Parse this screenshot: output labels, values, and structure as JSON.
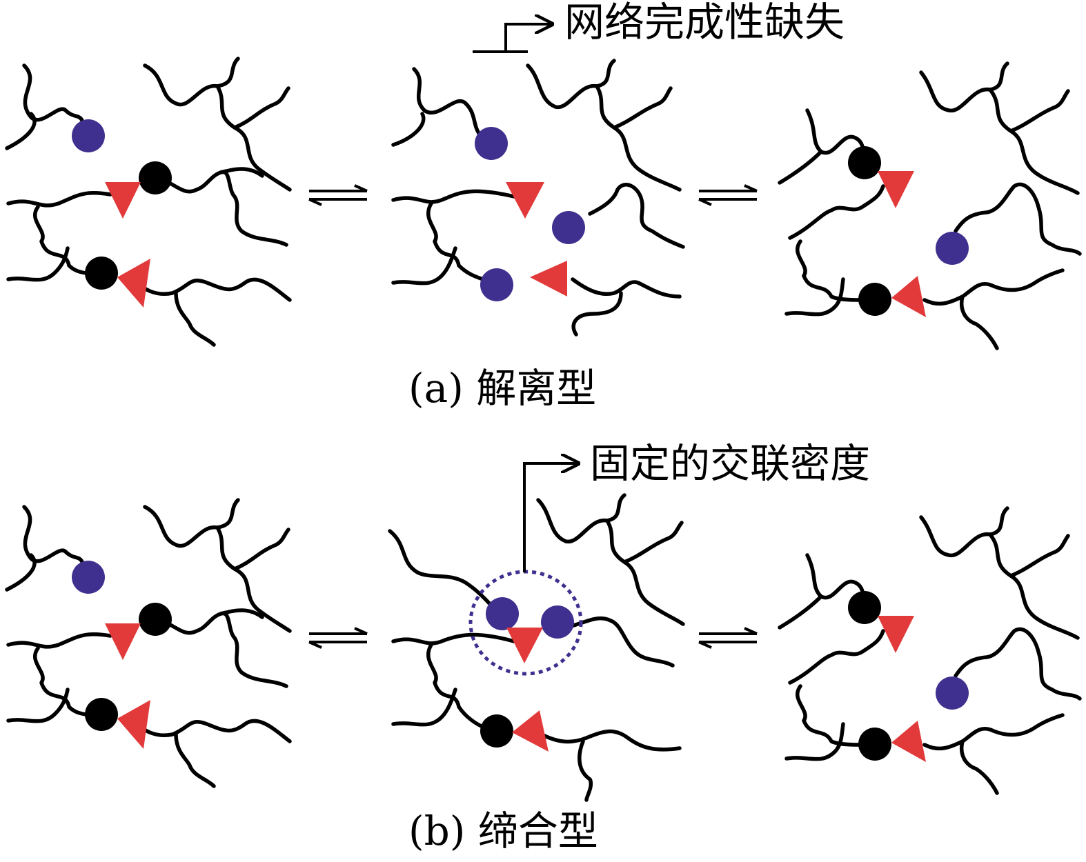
{
  "panel_a": {
    "annotation": "网络完成性缺失",
    "caption": "(a) 解离型"
  },
  "panel_b": {
    "annotation": "固定的交联密度",
    "caption": "(b) 缔合型"
  },
  "colors": {
    "chain": "#000000",
    "free_site": "#3f2f8f",
    "bonded_site": "#000000",
    "linker": "#e23a3a",
    "highlight_ring": "#3f2f8f"
  }
}
